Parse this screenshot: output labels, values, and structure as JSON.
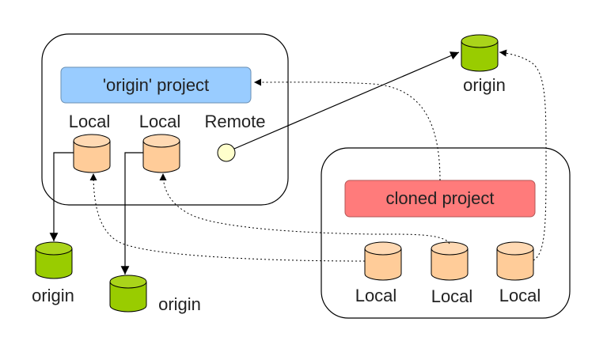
{
  "colors": {
    "origin_project_fill": "#99ccff",
    "cloned_project_fill": "#ff7b7b",
    "local_repo_fill": "#ffcc99",
    "origin_repo_fill": "#99cc00",
    "remote_ref_fill": "#ffffcc",
    "stroke": "#000000"
  },
  "origin_project": {
    "title": "'origin' project",
    "local_a_label": "Local",
    "local_b_label": "Local",
    "remote_label": "Remote"
  },
  "cloned_project": {
    "title": "cloned project",
    "local_1_label": "Local",
    "local_2_label": "Local",
    "local_3_label": "Local"
  },
  "repos": {
    "top_right_origin_label": "origin",
    "bottom_left_origin_label": "origin",
    "bottom_mid_origin_label": "origin"
  },
  "icons": {
    "local_repo": "cylinder-icon",
    "origin_repo": "cylinder-icon",
    "remote_ref": "circle-icon"
  }
}
